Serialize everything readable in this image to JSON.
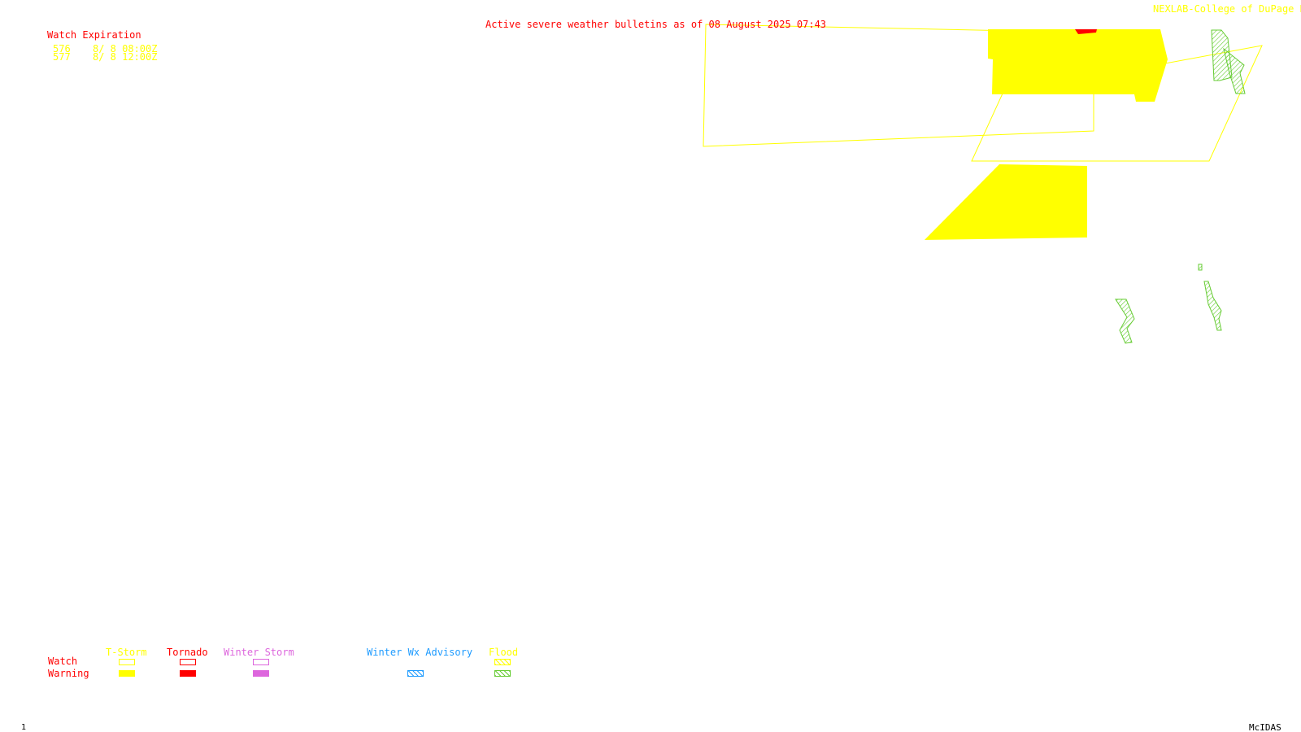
{
  "header": {
    "title": "Active severe weather bulletins as of 08 August 2025 07:43",
    "credit": "NEXLAB-College of DuPage R"
  },
  "watch_list": {
    "heading": "Watch Expiration",
    "rows": [
      {
        "number": "576",
        "expires": "8/ 8 08:00Z"
      },
      {
        "number": "577",
        "expires": "8/ 8 12:00Z"
      }
    ]
  },
  "legend": {
    "row_labels": {
      "watch": "Watch",
      "warning": "Warning"
    },
    "categories": {
      "tstorm": {
        "label": "T-Storm",
        "color": "#ffff00"
      },
      "tornado": {
        "label": "Tornado",
        "color": "#ff0000"
      },
      "winter_storm": {
        "label": "Winter Storm",
        "color": "#dd66dd"
      },
      "winter_wx_advisory": {
        "label": "Winter Wx Advisory",
        "color": "#1e9bff"
      },
      "flood": {
        "label": "Flood",
        "color": "#66cc33"
      }
    }
  },
  "footer": {
    "frame_number": "1",
    "software": "McIDAS"
  },
  "colors": {
    "watch_text": "#ffff00",
    "title": "#ff0000"
  }
}
